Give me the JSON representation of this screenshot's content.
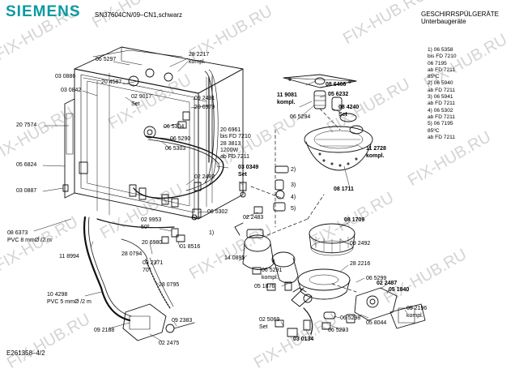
{
  "header": {
    "brand": "SIEMENS",
    "model": "SN37604CN/09–CN1,schwarz",
    "category_line1": "GESCHIRRSPÜLGERÄTE",
    "category_line2": "Unterbaugeräte"
  },
  "watermark": "FIX-HUB.RU",
  "footer": {
    "doc_id": "E261358–4/2"
  },
  "legend": [
    "1)  06 5358",
    "      bis FD 7210",
    "      06 7195",
    "      ab FD 7211",
    "      85ºC",
    "2)  06 5940",
    "      ab FD 7211",
    "3)  06 5941",
    "      ab FD 7211",
    "4)  06 5302",
    "      ab FD 7211",
    "5)  06 7195",
    "      85ºC",
    "      ab FD 7211"
  ],
  "labels": {
    "l01": "06 5297",
    "l02": "28 2217",
    "l03": "kompl.",
    "l04": "03 0886",
    "l05": "20 4587",
    "l06": "03 0842",
    "l07": "02 9017",
    "l08": "Set",
    "l09": "09 2491",
    "l10": "20 6979",
    "l11": "20 7574",
    "l12": "06 5304",
    "l13": "06 5290",
    "l14": "06 5303",
    "l15": "20 6961",
    "l16": "bis FD 7210",
    "l17": "28 3813",
    "l18": "1200W",
    "l19": "ab FD 7211",
    "l20": "05 6824",
    "l21": "03 0349",
    "l22": "Set",
    "l23": "02 2482",
    "l24": "03 0887",
    "l25": "06 5302",
    "l26": "02 2483",
    "l27": "02 9953",
    "l28": "50º",
    "l29": "08 6373",
    "l30": "PVC 8 mmØ /2 m",
    "l31": "20 6980",
    "l32": "01 8516",
    "l33": "11 8994",
    "l34": "28 0794",
    "l35": "03 2371",
    "l36": "70º",
    "l37": "28 0795",
    "l38": "10 4298",
    "l39": "PVC 5 mmØ /2 m",
    "l40": "09 2188",
    "l41": "09 2383",
    "l42": "02 2475",
    "l43": "08 6466",
    "l44": "11 9081",
    "l45": "kompl.",
    "l46": "05 6232",
    "l47": "08 4240",
    "l48": "Set",
    "l49": "06 5294",
    "l50": "11 2728",
    "l51": "kompl.",
    "l52": "08 1711",
    "l53": "08 1709",
    "l54": "09 2492",
    "l55": "14 0895",
    "l56": "06 5291",
    "l57": "kompl.",
    "l58": "05 1876",
    "l59": "28 2216",
    "l60": "06 5299",
    "l61": "02 2487",
    "l62": "05 1840",
    "l63": "02 5069",
    "l64": "Set",
    "l65": "06 5298",
    "l66": "06 5293",
    "l67": "05 8044",
    "l68": "09 2196",
    "l69": "kompl.",
    "l70": "03 0134",
    "c1": "1)",
    "c2": "2)",
    "c3": "3)",
    "c4": "4)",
    "c5": "5)"
  }
}
